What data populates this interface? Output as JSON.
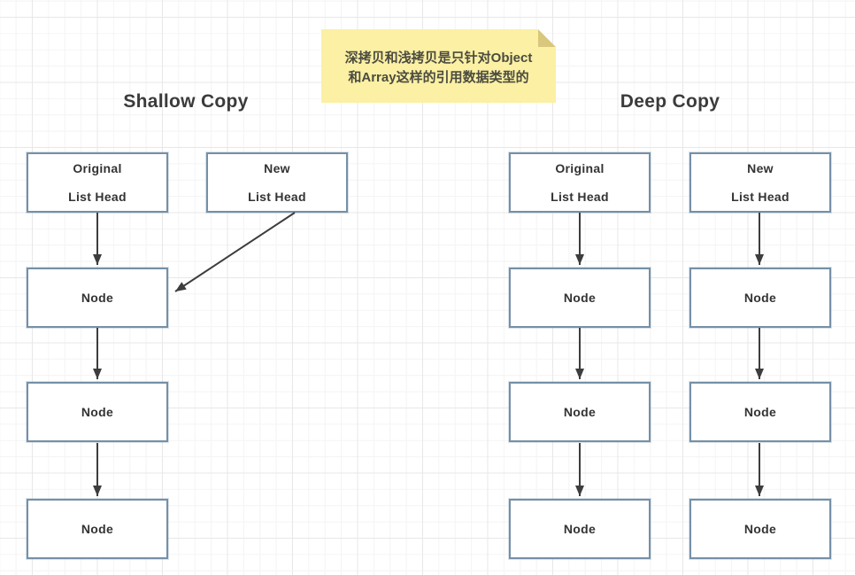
{
  "note": {
    "line1": "深拷贝和浅拷贝是只针对Object",
    "line2": "和Array这样的引用数据类型的",
    "bg_color": "#fbf0a3",
    "fold_color": "#d8c77c",
    "text_color": "#4b4b40"
  },
  "sections": {
    "shallow": {
      "title": "Shallow Copy",
      "original_head": {
        "line1": "Original",
        "line2": "List Head"
      },
      "new_head": {
        "line1": "New",
        "line2": "List Head"
      },
      "original_nodes": [
        "Node",
        "Node",
        "Node"
      ]
    },
    "deep": {
      "title": "Deep Copy",
      "original_head": {
        "line1": "Original",
        "line2": "List Head"
      },
      "new_head": {
        "line1": "New",
        "line2": "List Head"
      },
      "original_nodes": [
        "Node",
        "Node",
        "Node"
      ],
      "new_nodes": [
        "Node",
        "Node",
        "Node"
      ]
    }
  },
  "colors": {
    "box_border": "#7590a7",
    "box_fill": "#ffffff",
    "arrow": "#3d3d3d",
    "title_text": "#3b3b3b",
    "label_text": "#333333",
    "grid_minor": "#f4f4f4",
    "grid_major": "#e7e7e7",
    "canvas_bg": "#ffffff"
  }
}
